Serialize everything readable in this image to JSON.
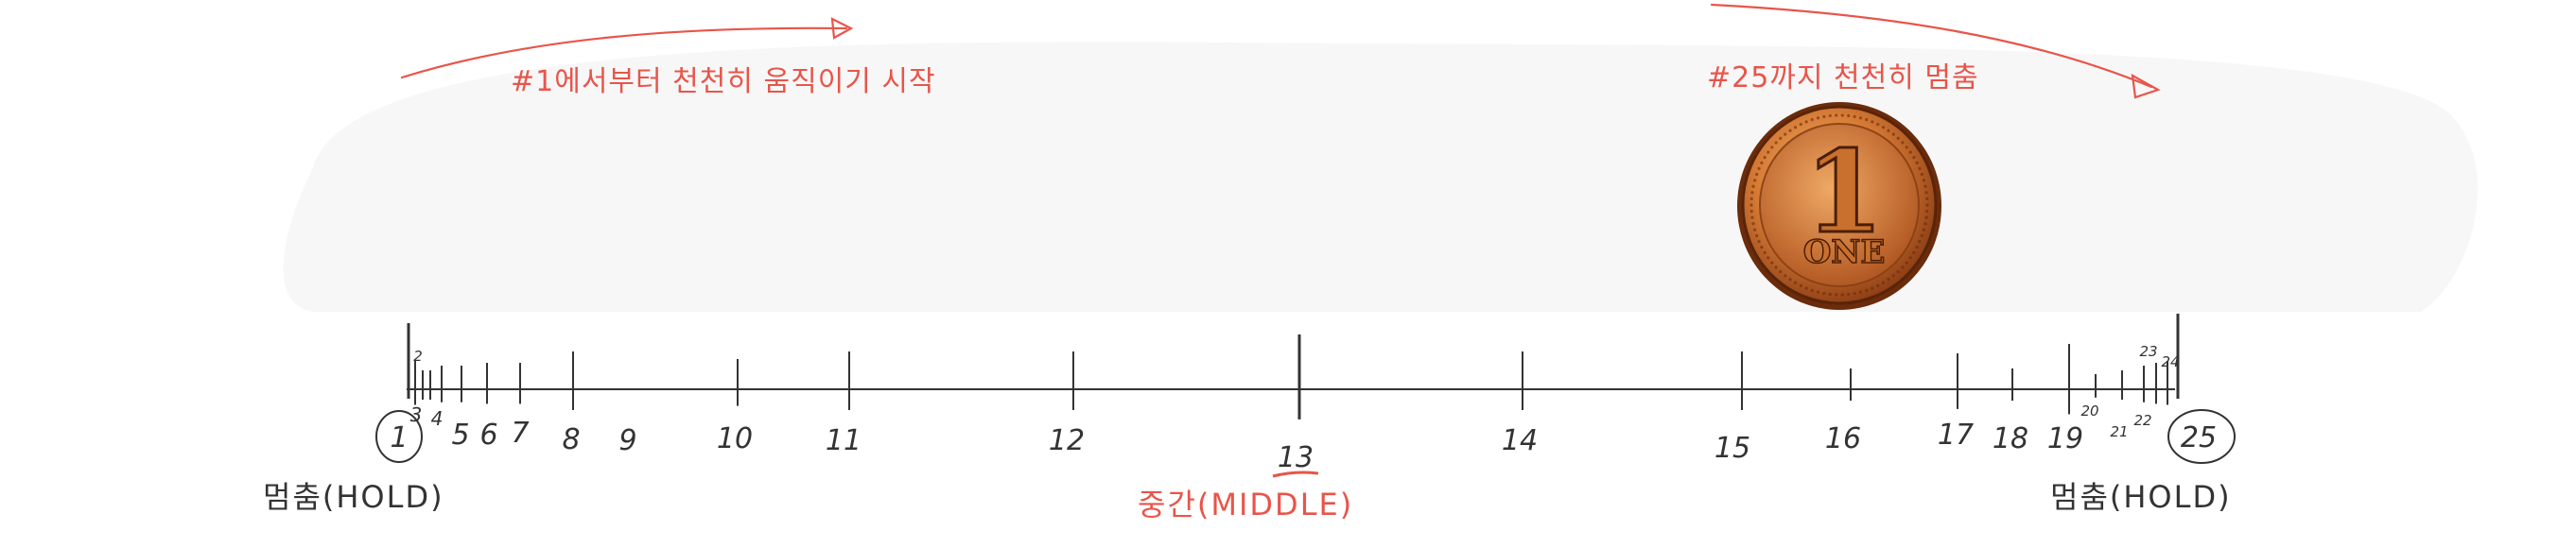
{
  "annotations": {
    "start_text": "#1에서부터 천천히 움직이기 시작",
    "end_text": "#25까지 천천히 멈춤",
    "left_label": "멈춤(HOLD)",
    "middle_label": "중간(MIDDLE)",
    "right_label": "멈춤(HOLD)"
  },
  "coin": {
    "numeral": "1",
    "word": "ONE"
  },
  "timeline": {
    "frames": [
      {
        "n": 1,
        "label": "1",
        "circled": true,
        "key": true
      },
      {
        "n": 2,
        "label": "2",
        "small": true
      },
      {
        "n": 3,
        "label": "3"
      },
      {
        "n": 4,
        "label": "4"
      },
      {
        "n": 5,
        "label": "5"
      },
      {
        "n": 6,
        "label": "6"
      },
      {
        "n": 7,
        "label": "7"
      },
      {
        "n": 8,
        "label": "8"
      },
      {
        "n": 9,
        "label": "9"
      },
      {
        "n": 10,
        "label": "10"
      },
      {
        "n": 11,
        "label": "11"
      },
      {
        "n": 12,
        "label": "12"
      },
      {
        "n": 13,
        "label": "13",
        "underline": true,
        "key": true
      },
      {
        "n": 14,
        "label": "14"
      },
      {
        "n": 15,
        "label": "15"
      },
      {
        "n": 16,
        "label": "16"
      },
      {
        "n": 17,
        "label": "17"
      },
      {
        "n": 18,
        "label": "18"
      },
      {
        "n": 19,
        "label": "19"
      },
      {
        "n": 20,
        "label": "20",
        "small": true
      },
      {
        "n": 21,
        "label": "21",
        "small": true
      },
      {
        "n": 22,
        "label": "22",
        "small": true
      },
      {
        "n": 23,
        "label": "23",
        "small": true
      },
      {
        "n": 24,
        "label": "24",
        "small": true
      },
      {
        "n": 25,
        "label": "25",
        "circled": true,
        "key": true
      }
    ]
  },
  "colors": {
    "ink": "#333333",
    "red": "#e8554a",
    "coin_base": "#c8682a",
    "coin_light": "#f0a860",
    "coin_dark": "#7a3410",
    "background_blob": "#f6f6f6"
  }
}
